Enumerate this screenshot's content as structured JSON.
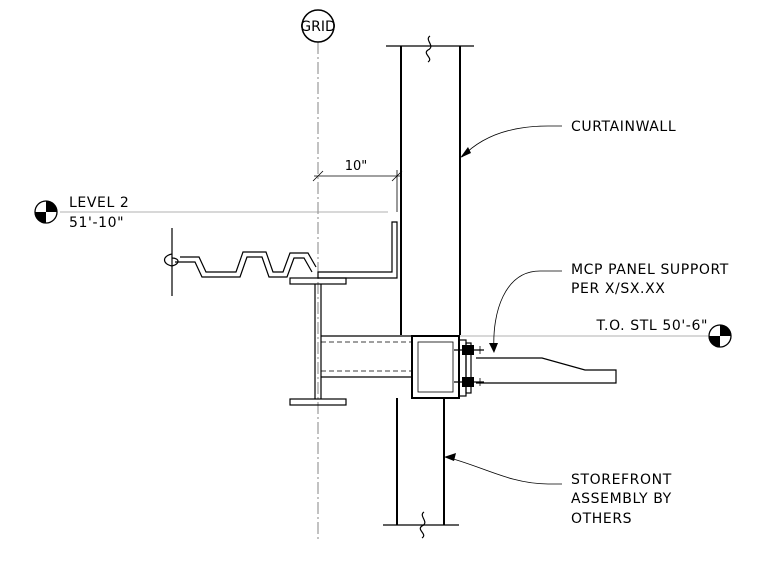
{
  "grid": {
    "label": "GRID"
  },
  "dimension": {
    "text": "10\""
  },
  "level2": {
    "name": "LEVEL 2",
    "elevation": "51'-10\""
  },
  "callouts": {
    "curtainwall": "CURTAINWALL",
    "mcp_line1": "MCP PANEL SUPPORT",
    "mcp_line2": "PER X/SX.XX",
    "storefront_line1": "STOREFRONT",
    "storefront_line2": "ASSEMBLY BY",
    "storefront_line3": "OTHERS"
  },
  "top_of_steel": {
    "label": "T.O. STL 50'-6\""
  },
  "icons": [
    "elevation-marker-icon",
    "grid-bubble-icon",
    "break-symbol-icon"
  ]
}
